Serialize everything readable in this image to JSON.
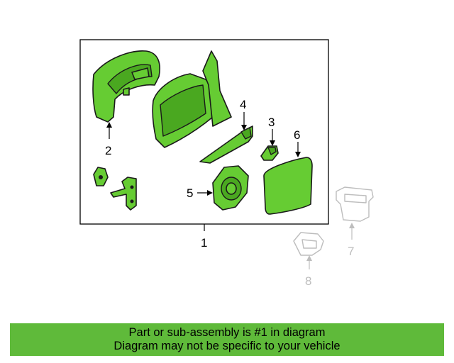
{
  "diagram": {
    "callouts": {
      "c1": "1",
      "c2": "2",
      "c3": "3",
      "c4": "4",
      "c5": "5",
      "c6": "6",
      "c7": "7",
      "c8": "8"
    }
  },
  "banner": {
    "line1": "Part or sub-assembly is #1 in diagram",
    "line2": "Diagram may not be specific to your vehicle",
    "color": "#5fba3a"
  },
  "colors": {
    "part_fill": "#66cc33",
    "ghost_stroke": "#bdbdbd"
  }
}
